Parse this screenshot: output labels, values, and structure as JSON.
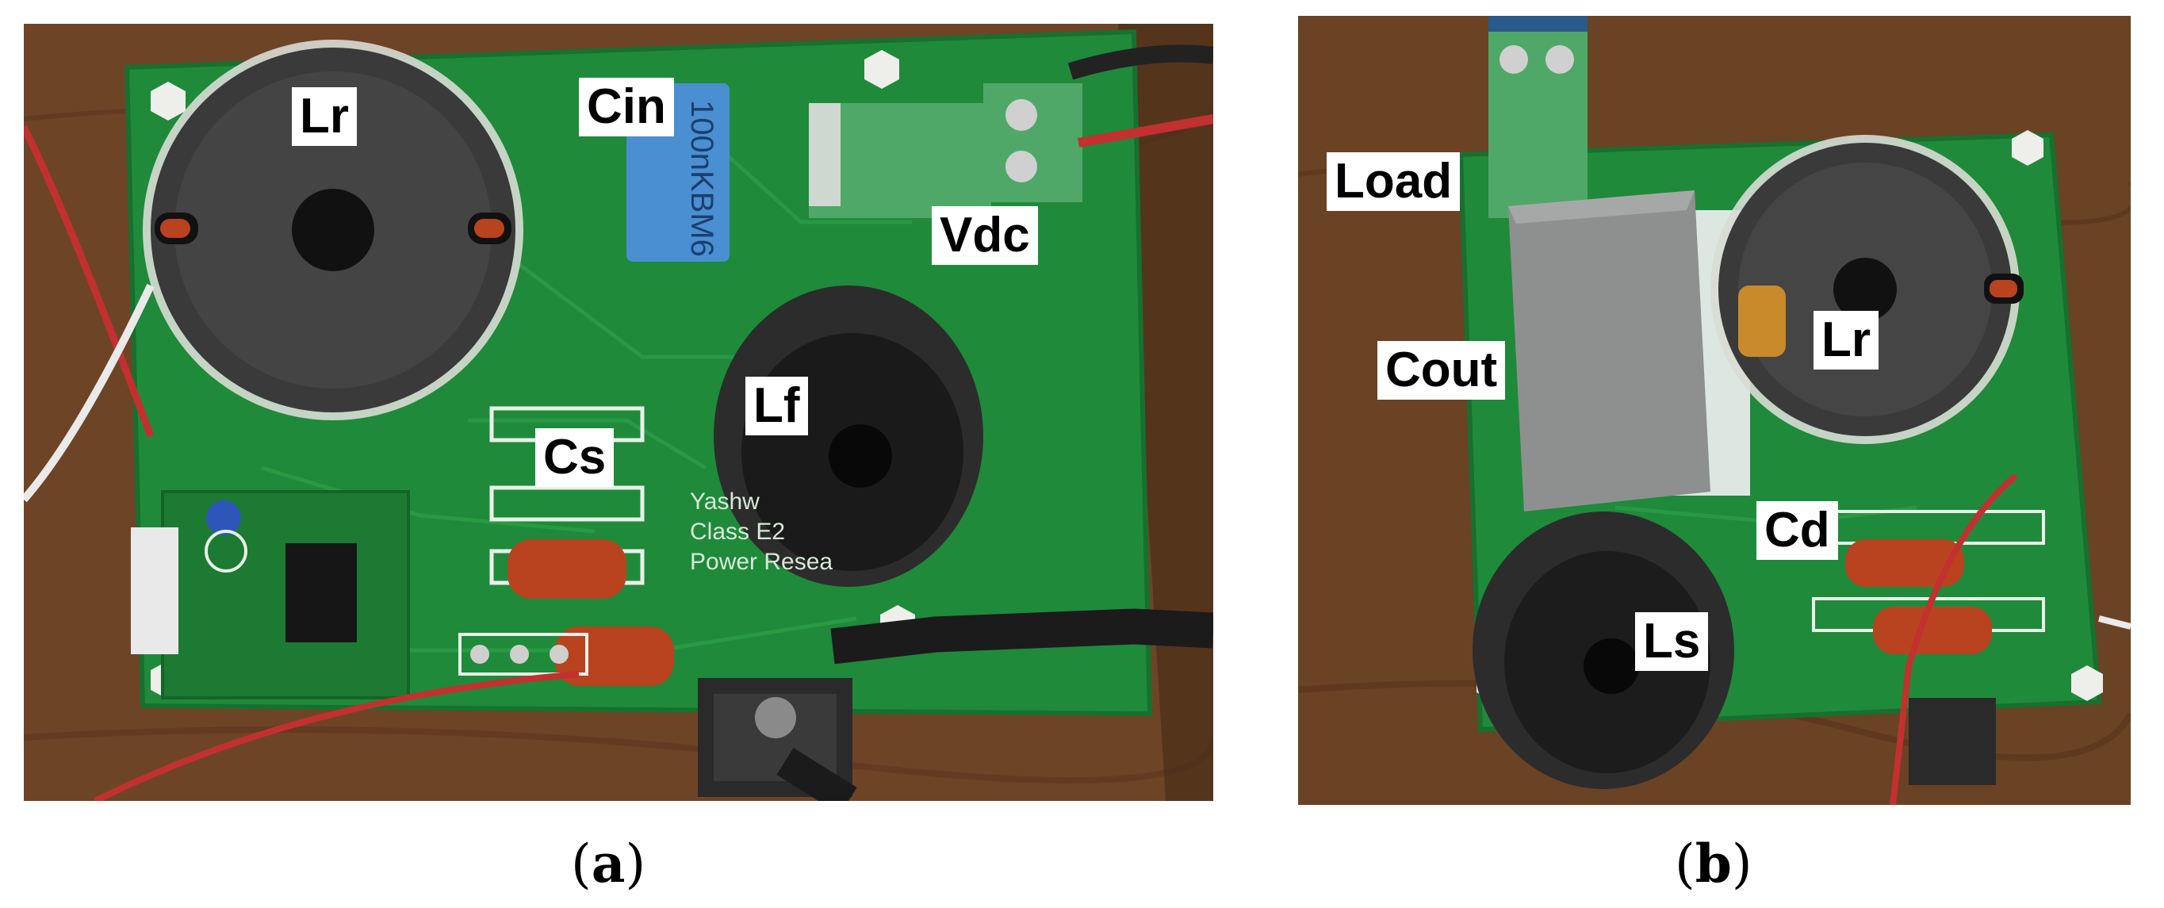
{
  "panels": [
    {
      "id": "a",
      "caption_open": "(",
      "caption_letter": "a",
      "caption_close": ")",
      "labels": {
        "lr": "Lr",
        "cin": "Cin",
        "vdc": "Vdc",
        "lf": "Lf",
        "cs": "Cs"
      },
      "pcb_text": {
        "cap_marking": "100nKBM6",
        "silk_line1": "Yashw",
        "silk_line2": "Class E2",
        "silk_line3": "Power Resea"
      }
    },
    {
      "id": "b",
      "caption_open": "(",
      "caption_letter": "b",
      "caption_close": ")",
      "labels": {
        "load": "Load",
        "cout": "Cout",
        "lr": "Lr",
        "cd": "Cd",
        "ls": "Ls"
      }
    }
  ],
  "colors": {
    "pcb_green": "#1f8a3a",
    "ferrite": "#3a3a3a",
    "terminal_green": "#4fa868",
    "film_cap_blue": "#4a8fd1",
    "film_cap_orange": "#b9431f",
    "gray_cap": "#8e9090",
    "wood": "#6e4426"
  }
}
